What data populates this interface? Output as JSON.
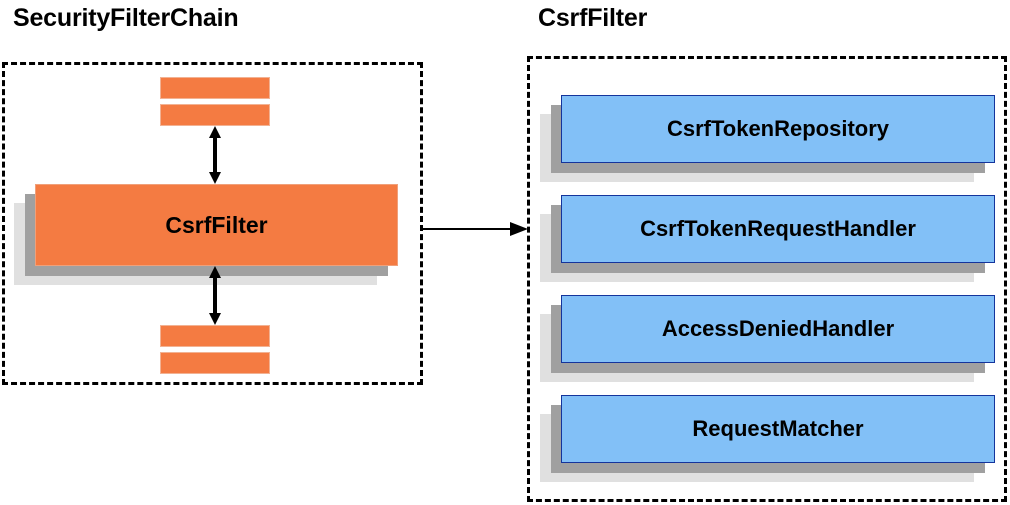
{
  "diagram": {
    "title_left": "SecurityFilterChain",
    "title_right": "CsrfFilter",
    "colors": {
      "filter_orange": "#f47b42",
      "collaborator_blue": "#82c0f7",
      "blue_border": "#14349c",
      "shadow_dark": "#a0a0a0",
      "shadow_light": "#e0e0e0",
      "outline": "#000000"
    },
    "left_panel": {
      "name": "SecurityFilterChain",
      "highlighted_filter": "CsrfFilter",
      "filters_above_count": 2,
      "filters_below_count": 2,
      "arrow_up": "double-headed-vertical-arrow",
      "arrow_down": "double-headed-vertical-arrow"
    },
    "connector": {
      "label": "",
      "direction": "left-to-right",
      "icon": "arrow-right-icon"
    },
    "right_panel": {
      "name": "CsrfFilter",
      "collaborators": [
        {
          "label": "CsrfTokenRepository"
        },
        {
          "label": "CsrfTokenRequestHandler"
        },
        {
          "label": "AccessDeniedHandler"
        },
        {
          "label": "RequestMatcher"
        }
      ]
    }
  }
}
